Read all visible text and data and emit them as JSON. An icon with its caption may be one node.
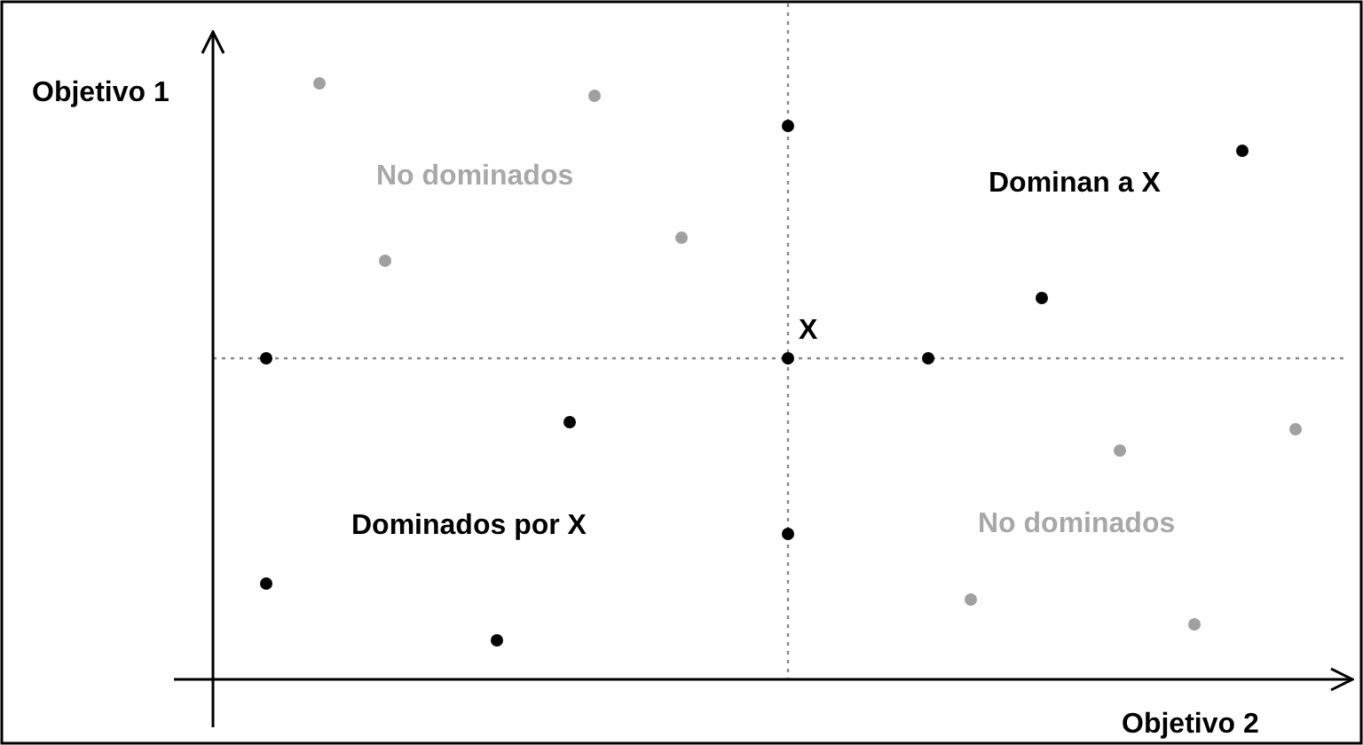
{
  "diagram": {
    "labels": [
      "Objetivo 1",
      "No dominados",
      "Dominan a X",
      "X",
      "Dominados por X",
      "No dominados",
      "Objetivo 2"
    ]
  }
}
